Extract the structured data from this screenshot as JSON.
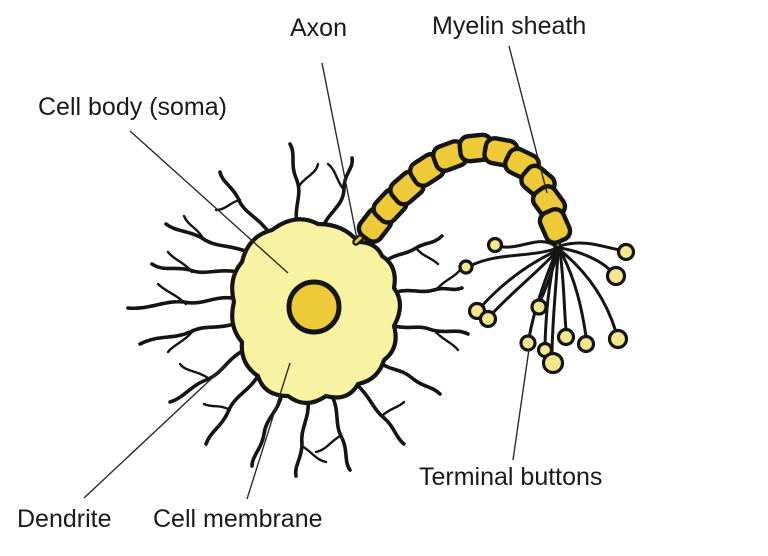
{
  "diagram": {
    "labels": {
      "axon": "Axon",
      "myelin_sheath": "Myelin sheath",
      "cell_body": "Cell body (soma)",
      "dendrite": "Dendrite",
      "cell_membrane": "Cell membrane",
      "terminal_buttons": "Terminal buttons"
    },
    "colors": {
      "background": "#ffffff",
      "outline": "#151515",
      "soma-fill": "#f8f3a2",
      "nucleus-fill": "#edca3a",
      "myelin-fill": "#eec938",
      "terminal-button-fill": "#f3e68c",
      "label-text": "#1a1a1a",
      "leader-line": "#2b2b2b"
    }
  }
}
